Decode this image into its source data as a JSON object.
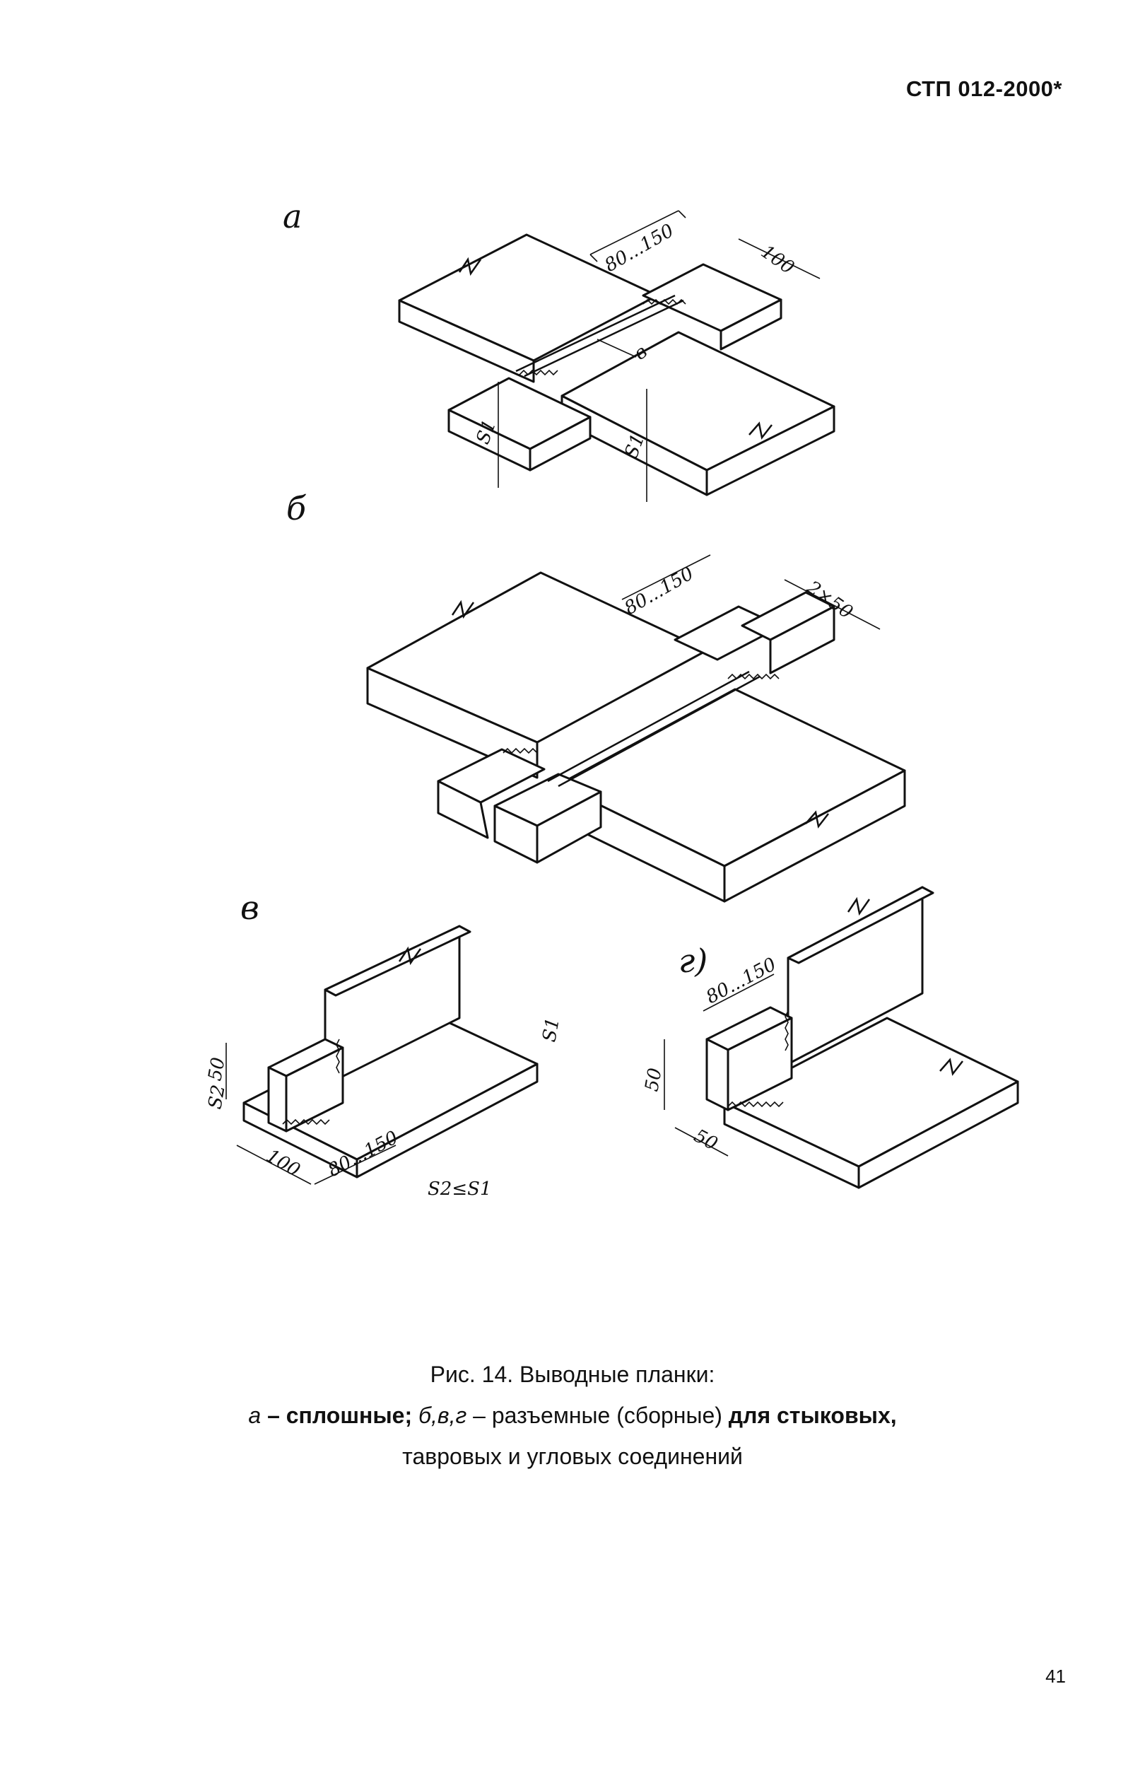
{
  "header": {
    "doc_code": "СТП 012-2000*"
  },
  "figure": {
    "labels": {
      "a": "а",
      "b": "б",
      "v": "в",
      "g": "г)"
    },
    "dimensions": {
      "a_len": "80...150",
      "a_width": "100",
      "a_gap": "в",
      "a_s1_left": "S1",
      "a_s1_right": "S1",
      "b_len": "80...150",
      "b_width": "2×50",
      "v_50": "50",
      "v_s2": "S2",
      "v_s1": "S1",
      "v_100": "100",
      "v_len": "80...150",
      "v_cond": "S2≤S1",
      "g_len": "80...150",
      "g_50_height": "50",
      "g_50_width": "50"
    }
  },
  "caption": {
    "line1": "Рис. 14. Выводные планки:",
    "line2_a": "а",
    "line2_b": " – сплошные; ",
    "line2_c": "б,в,г",
    "line2_d": " – разъемные (сборные) ",
    "line2_e": "для стыковых,",
    "line3": "тавровых и угловых соединений"
  },
  "page_number": "41"
}
